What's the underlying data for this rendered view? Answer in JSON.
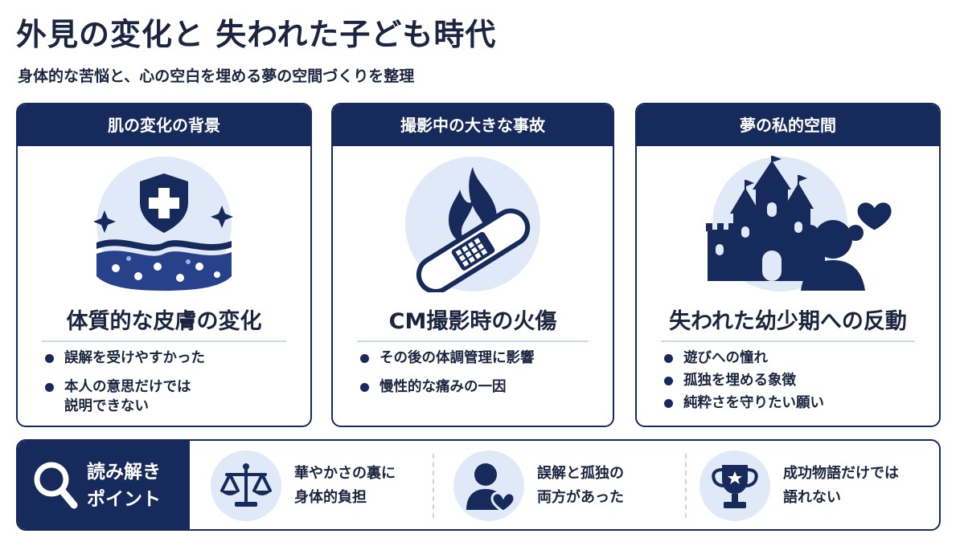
{
  "header": {
    "title": "外見の変化と 失われた子ども時代",
    "subtitle": "身体的な苦悩と、心の空白を埋める夢の空間づくりを整理"
  },
  "cards": [
    {
      "heading": "肌の変化の背景",
      "icon": "skin-shield-icon",
      "main": "体質的な皮膚の変化",
      "bullets": [
        "誤解を受けやすかった",
        "本人の意思だけでは",
        "説明できない"
      ]
    },
    {
      "heading": "撮影中の大きな事故",
      "icon": "flame-bandage-icon",
      "main": "CM撮影時の火傷",
      "bullets": [
        "その後の体調管理に影響",
        "慢性的な痛みの一因"
      ]
    },
    {
      "heading": "夢の私的空間",
      "icon": "castle-child-icon",
      "main": "失われた幼少期への反動",
      "bullets": [
        "遊びへの憧れ",
        "孤独を埋める象徴",
        "純粋さを守りたい願い"
      ]
    }
  ],
  "points": {
    "label_line1": "読み解き",
    "label_line2": "ポイント",
    "items": [
      {
        "icon": "scales-icon",
        "line1": "華やかさの裏に",
        "line2": "身体的負担"
      },
      {
        "icon": "person-heart-icon",
        "line1": "誤解と孤独の",
        "line2": "両方があった"
      },
      {
        "icon": "trophy-icon",
        "line1": "成功物語だけでは",
        "line2": "語れない"
      }
    ]
  },
  "colors": {
    "navy": "#162a5c",
    "light_blue": "#dfe9f8",
    "text": "#1b2540"
  }
}
